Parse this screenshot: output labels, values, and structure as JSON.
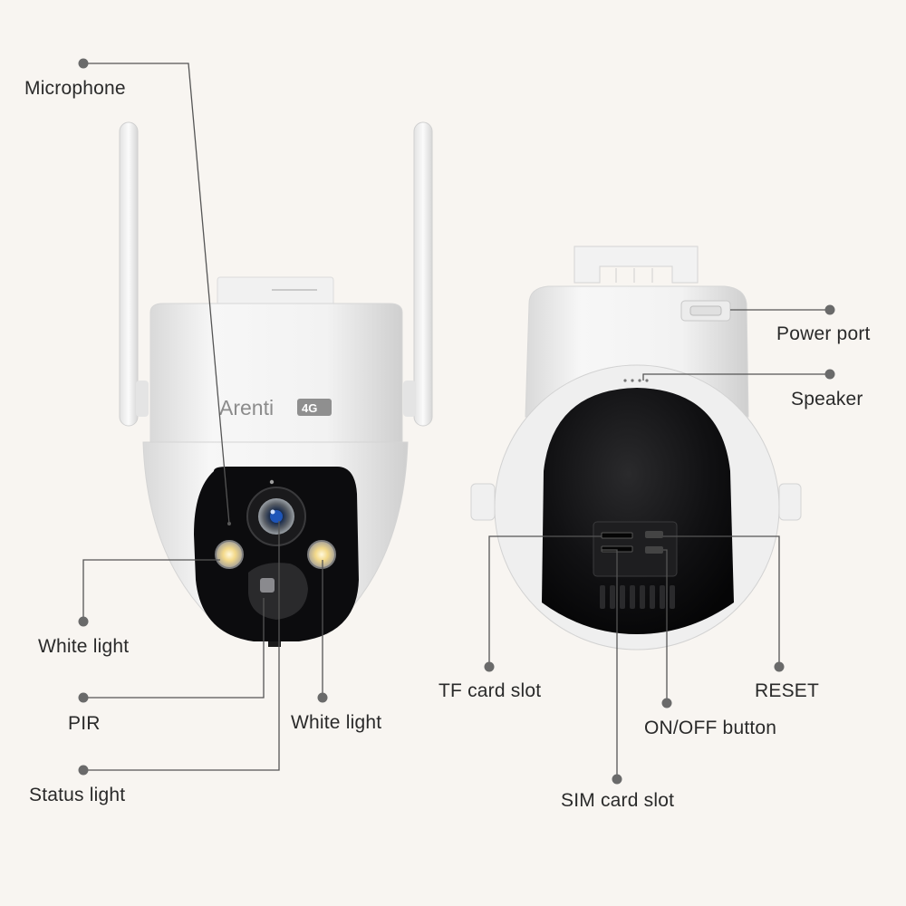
{
  "brand": {
    "name": "Arenti",
    "badge": "4G"
  },
  "labels": {
    "microphone": "Microphone",
    "white_light_left": "White light",
    "pir": "PIR",
    "status_light": "Status light",
    "white_light_right": "White light",
    "power_port": "Power port",
    "speaker": "Speaker",
    "tf_card_slot": "TF card slot",
    "reset": "RESET",
    "on_off_button": "ON/OFF button",
    "sim_card_slot": "SIM card slot"
  },
  "colors": {
    "background": "#f8f5f1",
    "leader_line": "#555555",
    "dot": "#6a6a6a",
    "camera_body": "#f4f4f4",
    "lens_face": "#0c0c0e",
    "led_warm": "#f3d98a"
  }
}
